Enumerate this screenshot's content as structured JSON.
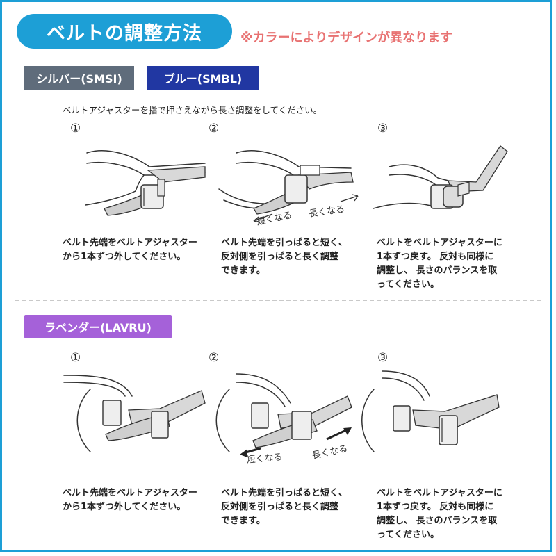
{
  "title": "ベルトの調整方法",
  "note": "※カラーによりデザインが異なります",
  "badges": {
    "silver": "シルバー(SMSI)",
    "blue": "ブルー(SMBL)",
    "lavender": "ラベンダー(LAVRU)"
  },
  "colors": {
    "accent": "#1d9fd6",
    "note": "#e87272",
    "silver_badge": "#5f6c7b",
    "blue_badge": "#2137a2",
    "lavender_badge": "#a561d9"
  },
  "section1": {
    "intro": "ベルトアジャスターを指で押さえながら長さ調整をしてください。",
    "steps": [
      {
        "num": "①",
        "text": "ベルト先端をベルトアジャスター\nから1本ずつ外してください。"
      },
      {
        "num": "②",
        "text": "ベルト先端を引っぱると短く、\n反対側を引っぱると長く調整\nできます。",
        "short_label": "短くなる",
        "long_label": "長くなる"
      },
      {
        "num": "③",
        "text": "ベルトをベルトアジャスターに\n1本ずつ戻す。 反対も同様に\n調整し、 長さのバランスを取\nってください。"
      }
    ]
  },
  "section2": {
    "steps": [
      {
        "num": "①",
        "text": "ベルト先端をベルトアジャスター\nから1本ずつ外してください。"
      },
      {
        "num": "②",
        "text": "ベルト先端を引っぱると短く、\n反対側を引っぱると長く調整\nできます。",
        "short_label": "短くなる",
        "long_label": "長くなる"
      },
      {
        "num": "③",
        "text": "ベルトをベルトアジャスターに\n1本ずつ戻す。 反対も同様に\n調整し、 長さのバランスを取\nってください。"
      }
    ]
  }
}
